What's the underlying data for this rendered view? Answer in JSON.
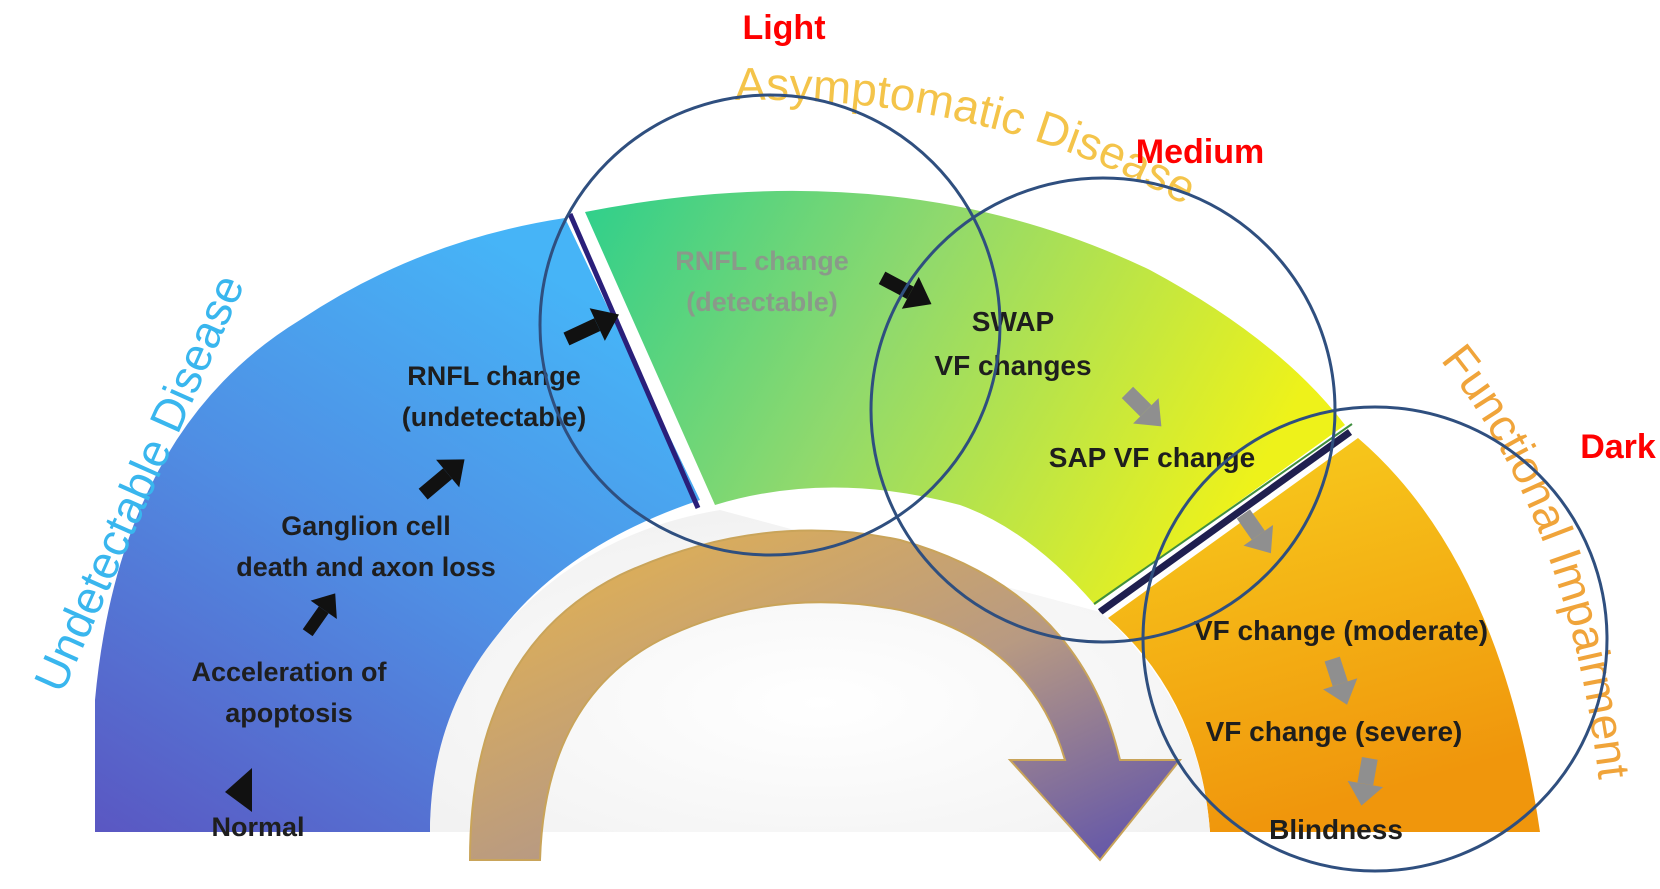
{
  "arc_labels": {
    "undetectable": "Undetectable Disease",
    "asymptomatic": "Asymptomatic Disease",
    "functional": "Functional Impairment"
  },
  "stages": {
    "normal": "Normal",
    "apoptosis_1": "Acceleration of",
    "apoptosis_2": "apoptosis",
    "ganglion_1": "Ganglion cell",
    "ganglion_2": "death and axon loss",
    "rnfl_undetect_1": "RNFL change",
    "rnfl_undetect_2": "(undetectable)",
    "rnfl_detect_1": "RNFL change",
    "rnfl_detect_2": "(detectable)",
    "swap_1": "SWAP",
    "swap_2": "VF changes",
    "sap": "SAP VF change",
    "vf_moderate": "VF change (moderate)",
    "vf_severe": "VF change (severe)",
    "blindness": "Blindness"
  },
  "shade_labels": {
    "light": "Light",
    "medium": "Medium",
    "dark": "Dark"
  },
  "colors": {
    "highlight_text": "#ff0000",
    "circle_stroke": "#2f4f7f"
  }
}
